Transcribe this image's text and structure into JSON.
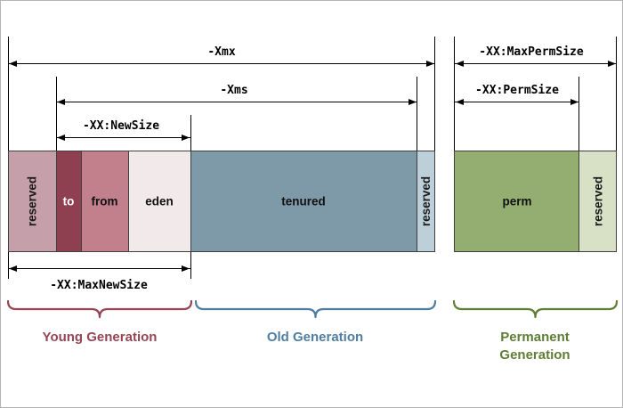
{
  "line_color": "#000000",
  "dimension_labels": {
    "xmx": "-Xmx",
    "xms": "-Xms",
    "new_size": "-XX:NewSize",
    "max_new_size": "-XX:MaxNewSize",
    "max_perm_size": "-XX:MaxPermSize",
    "perm_size": "-XX:PermSize"
  },
  "blocks": [
    {
      "name": "young-reserved",
      "label": "reserved",
      "color": "#c59fa9",
      "text_color": "#1a1a1a",
      "orientation": "vertical"
    },
    {
      "name": "to",
      "label": "to",
      "color": "#8e4050",
      "text_color": "#ffffff",
      "orientation": "horizontal"
    },
    {
      "name": "from",
      "label": "from",
      "color": "#c2808d",
      "text_color": "#111111",
      "orientation": "horizontal"
    },
    {
      "name": "eden",
      "label": "eden",
      "color": "#f2eaea",
      "text_color": "#111111",
      "orientation": "horizontal"
    },
    {
      "name": "tenured",
      "label": "tenured",
      "color": "#7e9aa9",
      "text_color": "#111111",
      "orientation": "horizontal"
    },
    {
      "name": "old-reserved",
      "label": "reserved",
      "color": "#bdd0da",
      "text_color": "#1a1a1a",
      "orientation": "vertical"
    },
    {
      "name": "perm",
      "label": "perm",
      "color": "#94ae72",
      "text_color": "#111111",
      "orientation": "horizontal"
    },
    {
      "name": "perm-reserved",
      "label": "reserved",
      "color": "#d8e1c6",
      "text_color": "#1a1a1a",
      "orientation": "vertical"
    }
  ],
  "generations": [
    {
      "label": "Young Generation",
      "color": "#964554"
    },
    {
      "label": "Old Generation",
      "color": "#4f7ea0"
    },
    {
      "label": "Permanent Generation",
      "color": "#5f7d35"
    }
  ]
}
